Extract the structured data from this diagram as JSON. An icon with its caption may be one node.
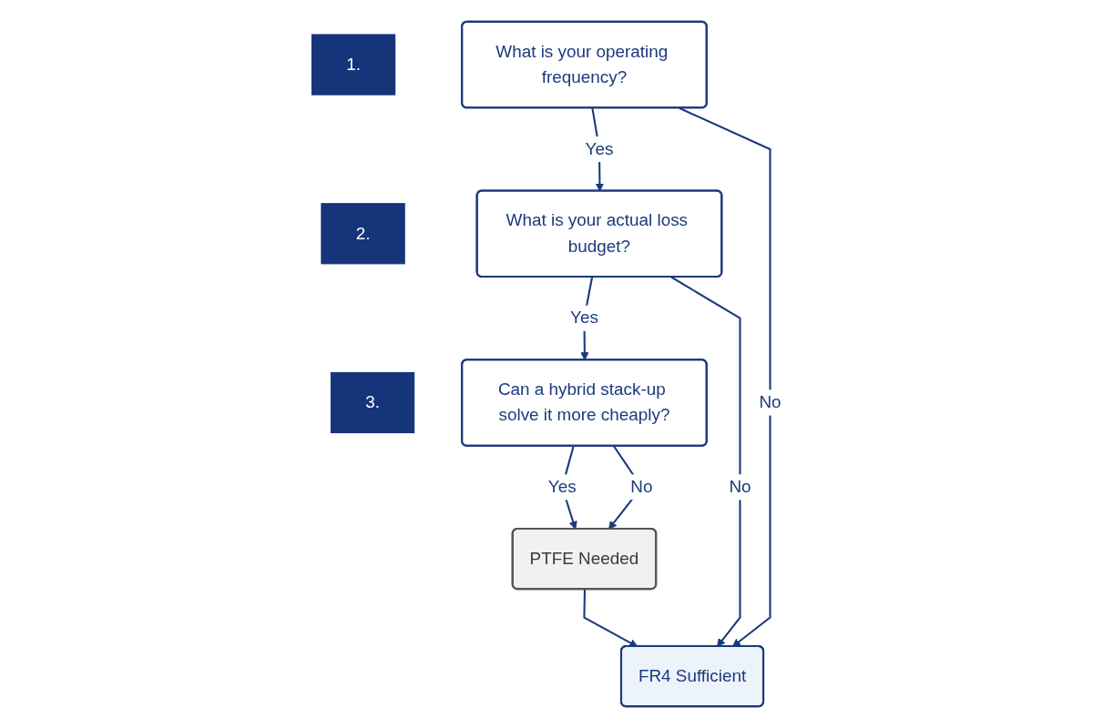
{
  "diagram": {
    "nodes": [
      {
        "text": [
          "1."
        ]
      },
      {
        "text": [
          "What is your operating frequency?"
        ]
      },
      {
        "text": [
          "2."
        ]
      },
      {
        "text": [
          "What is your actual loss budget?"
        ]
      },
      {
        "text": [
          "FR4 Sufficient"
        ]
      },
      {
        "text": [
          "3."
        ]
      },
      {
        "text": [
          "Can a hybrid stack-up solve it more cheaply?"
        ]
      },
      {
        "text": [
          "PTFE Needed"
        ]
      }
    ],
    "edges": [
      {
        "from": 1,
        "to": 4,
        "arrow": "to",
        "label": "No"
      },
      {
        "from": 1,
        "to": 3,
        "arrow": "to",
        "label": "Yes"
      },
      {
        "from": 3,
        "to": 4,
        "arrow": "to",
        "label": "No"
      },
      {
        "from": 3,
        "to": 6,
        "arrow": "to",
        "label": "Yes"
      },
      {
        "from": 6,
        "to": 7,
        "arrow": "to",
        "label": "No"
      },
      {
        "from": 6,
        "to": 7,
        "arrow": "to",
        "label": "Yes"
      },
      {
        "from": 7,
        "to": 4,
        "arrow": "to"
      }
    ]
  }
}
